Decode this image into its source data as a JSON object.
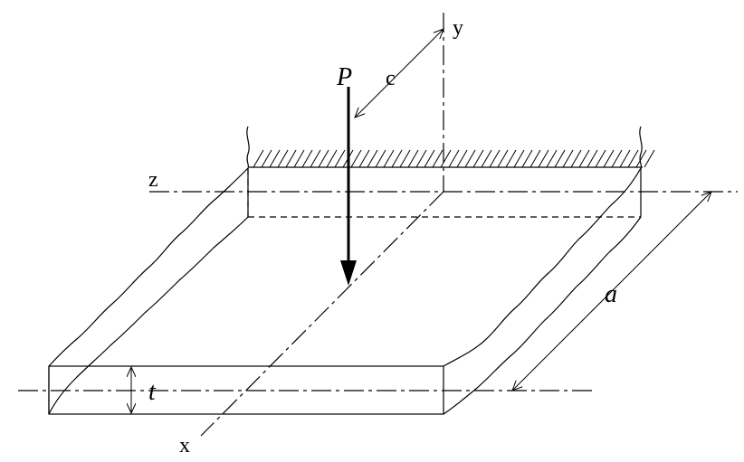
{
  "labels": {
    "y_axis": "y",
    "z_axis": "z",
    "x_axis": "x",
    "load": "P",
    "load_offset": "c",
    "span": "a",
    "thickness": "t"
  }
}
